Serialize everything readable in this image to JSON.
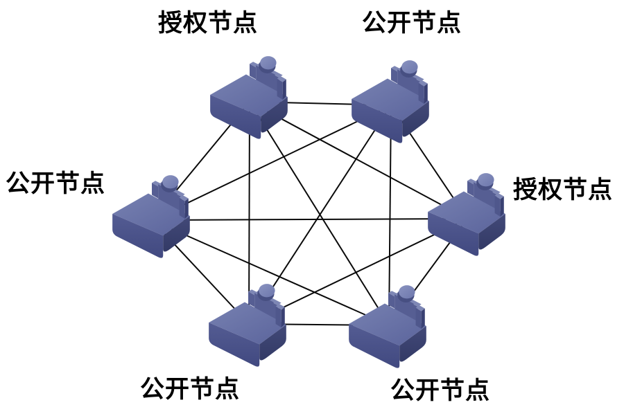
{
  "diagram": {
    "background": "#ffffff",
    "edge_color": "#0a0a0a",
    "edge_width": 2,
    "icon": "workstation-user-3d-icon",
    "icon_colors": {
      "top_face": "#6a74a6",
      "front_face": "#4a528a",
      "side_face": "#3a4173",
      "highlight_face": "#7e87b5",
      "head": "#828bb9"
    },
    "nodes": [
      {
        "id": "top-left",
        "label": "授权节点"
      },
      {
        "id": "top-right",
        "label": "公开节点"
      },
      {
        "id": "right",
        "label": "授权节点"
      },
      {
        "id": "bottom-right",
        "label": "公开节点"
      },
      {
        "id": "bottom-left",
        "label": "公开节点"
      },
      {
        "id": "left",
        "label": "公开节点"
      }
    ],
    "edges": [
      [
        "top-left",
        "top-right"
      ],
      [
        "top-right",
        "right"
      ],
      [
        "right",
        "bottom-right"
      ],
      [
        "bottom-right",
        "bottom-left"
      ],
      [
        "bottom-left",
        "left"
      ],
      [
        "left",
        "top-left"
      ],
      [
        "top-left",
        "right"
      ],
      [
        "top-right",
        "bottom-right"
      ],
      [
        "right",
        "bottom-left"
      ],
      [
        "bottom-right",
        "left"
      ],
      [
        "bottom-left",
        "top-left"
      ],
      [
        "left",
        "top-right"
      ],
      [
        "top-left",
        "bottom-right"
      ],
      [
        "top-right",
        "bottom-left"
      ],
      [
        "left",
        "right"
      ]
    ]
  }
}
